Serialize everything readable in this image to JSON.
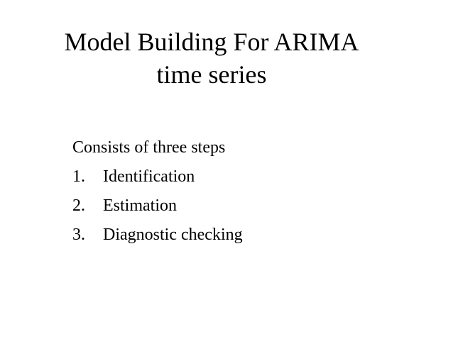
{
  "slide": {
    "title_lines": [
      "Model Building For ARIMA",
      "time series"
    ],
    "intro": "Consists of three steps",
    "steps": [
      {
        "number": "1.",
        "label": "Identification"
      },
      {
        "number": "2.",
        "label": "Estimation"
      },
      {
        "number": "3.",
        "label": "Diagnostic checking"
      }
    ]
  }
}
